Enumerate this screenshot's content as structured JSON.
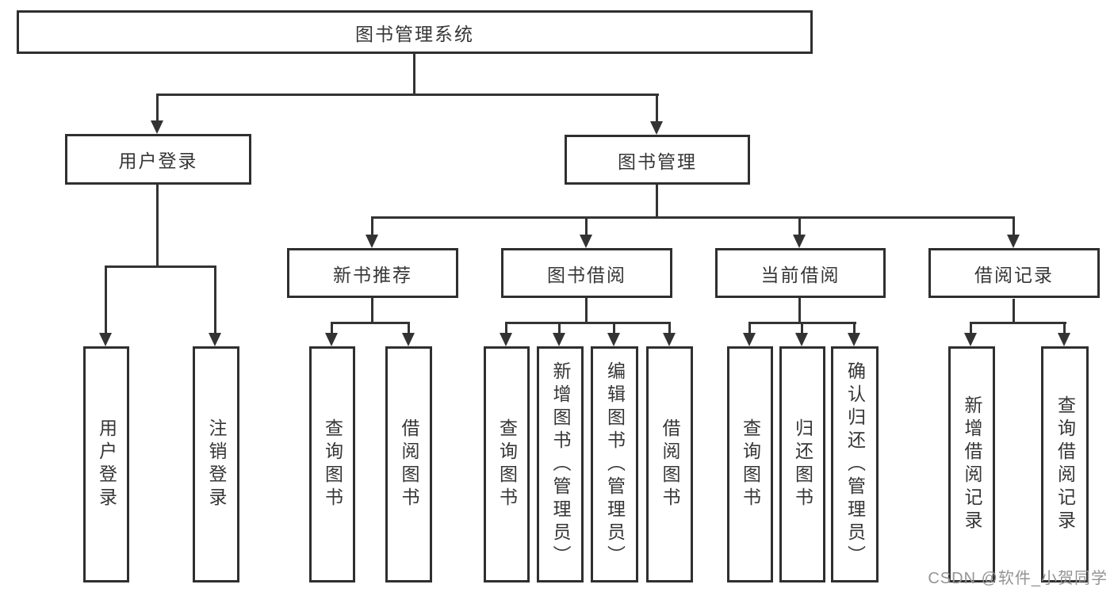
{
  "diagram_type": "hierarchy-tree",
  "colors": {
    "line": "#333333",
    "box_border": "#2f2f2f",
    "text": "#363636",
    "watermark": "#949494",
    "background": "#ffffff"
  },
  "tree": {
    "label": "图书管理系统",
    "children": [
      {
        "label": "用户登录",
        "children": [
          {
            "label": "用户登录"
          },
          {
            "label": "注销登录"
          }
        ]
      },
      {
        "label": "图书管理",
        "children": [
          {
            "label": "新书推荐",
            "children": [
              {
                "label": "查询图书"
              },
              {
                "label": "借阅图书"
              }
            ]
          },
          {
            "label": "图书借阅",
            "children": [
              {
                "label": "查询图书"
              },
              {
                "label": "新增图书（管理员）"
              },
              {
                "label": "编辑图书（管理员）"
              },
              {
                "label": "借阅图书"
              }
            ]
          },
          {
            "label": "当前借阅",
            "children": [
              {
                "label": "查询图书"
              },
              {
                "label": "归还图书"
              },
              {
                "label": "确认归还（管理员）"
              }
            ]
          },
          {
            "label": "借阅记录",
            "children": [
              {
                "label": "新增借阅记录"
              },
              {
                "label": "查询借阅记录"
              }
            ]
          }
        ]
      }
    ]
  },
  "watermark": {
    "text": "CSDN @软件_小贺同学"
  }
}
